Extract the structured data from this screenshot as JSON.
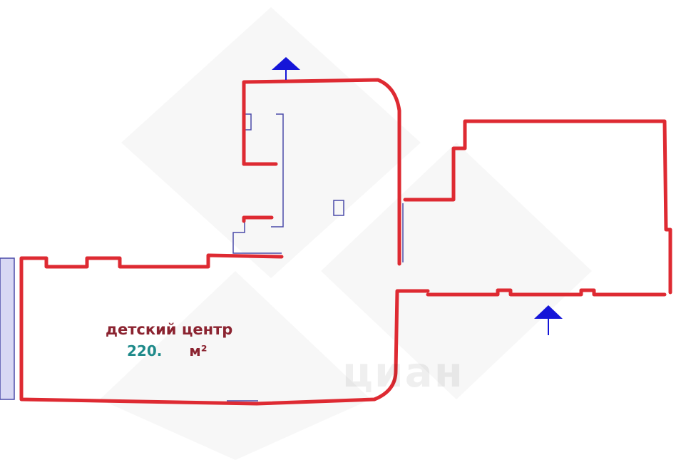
{
  "room": {
    "name": "детский центр",
    "area_value": "220.",
    "area_unit": "м²"
  },
  "watermark": "циан",
  "colors": {
    "wall": "#de2a32",
    "thin_line": "#4a4aa8",
    "entrance_arrow": "#1515d8",
    "label": "#8b2330",
    "area_value": "#1f8a8a",
    "window_fill": "#d8d8f4"
  },
  "icons": [
    "entrance-arrow-top",
    "entrance-arrow-bottom"
  ]
}
